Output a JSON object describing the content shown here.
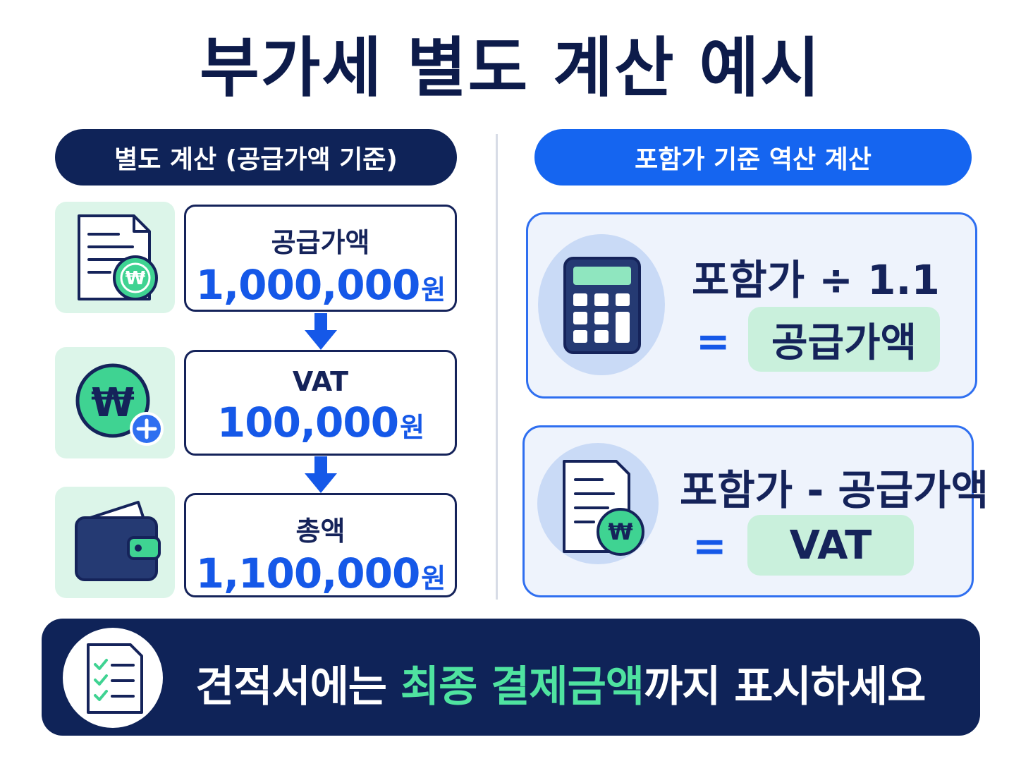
{
  "title": "부가세 별도 계산 예시",
  "left_section": {
    "header": "별도 계산 (공급가액 기준)",
    "steps": [
      {
        "label": "공급가액",
        "amount": "1,000,000",
        "unit": "원",
        "icon": "invoice-won-icon"
      },
      {
        "label": "VAT",
        "amount": "100,000",
        "unit": "원",
        "icon": "won-coin-plus-icon"
      },
      {
        "label": "총액",
        "amount": "1,100,000",
        "unit": "원",
        "icon": "wallet-icon"
      }
    ]
  },
  "right_section": {
    "header": "포함가 기준 역산 계산",
    "formula1": {
      "expression": "포함가 ÷ 1.1",
      "equals": "=",
      "result": "공급가액",
      "icon": "calculator-icon"
    },
    "formula2": {
      "expression": "포함가 - 공급가액",
      "equals": "=",
      "result": "VAT",
      "icon": "document-won-icon"
    }
  },
  "banner": {
    "text_before": "견적서에는 ",
    "highlight": "최종 결제금액",
    "text_after": "까지 표시하세요",
    "icon": "checklist-icon"
  },
  "colors": {
    "navy": "#0f2358",
    "blue": "#1565f0",
    "mint": "#4fe3a0",
    "mint_bg": "#dcf5e9"
  }
}
